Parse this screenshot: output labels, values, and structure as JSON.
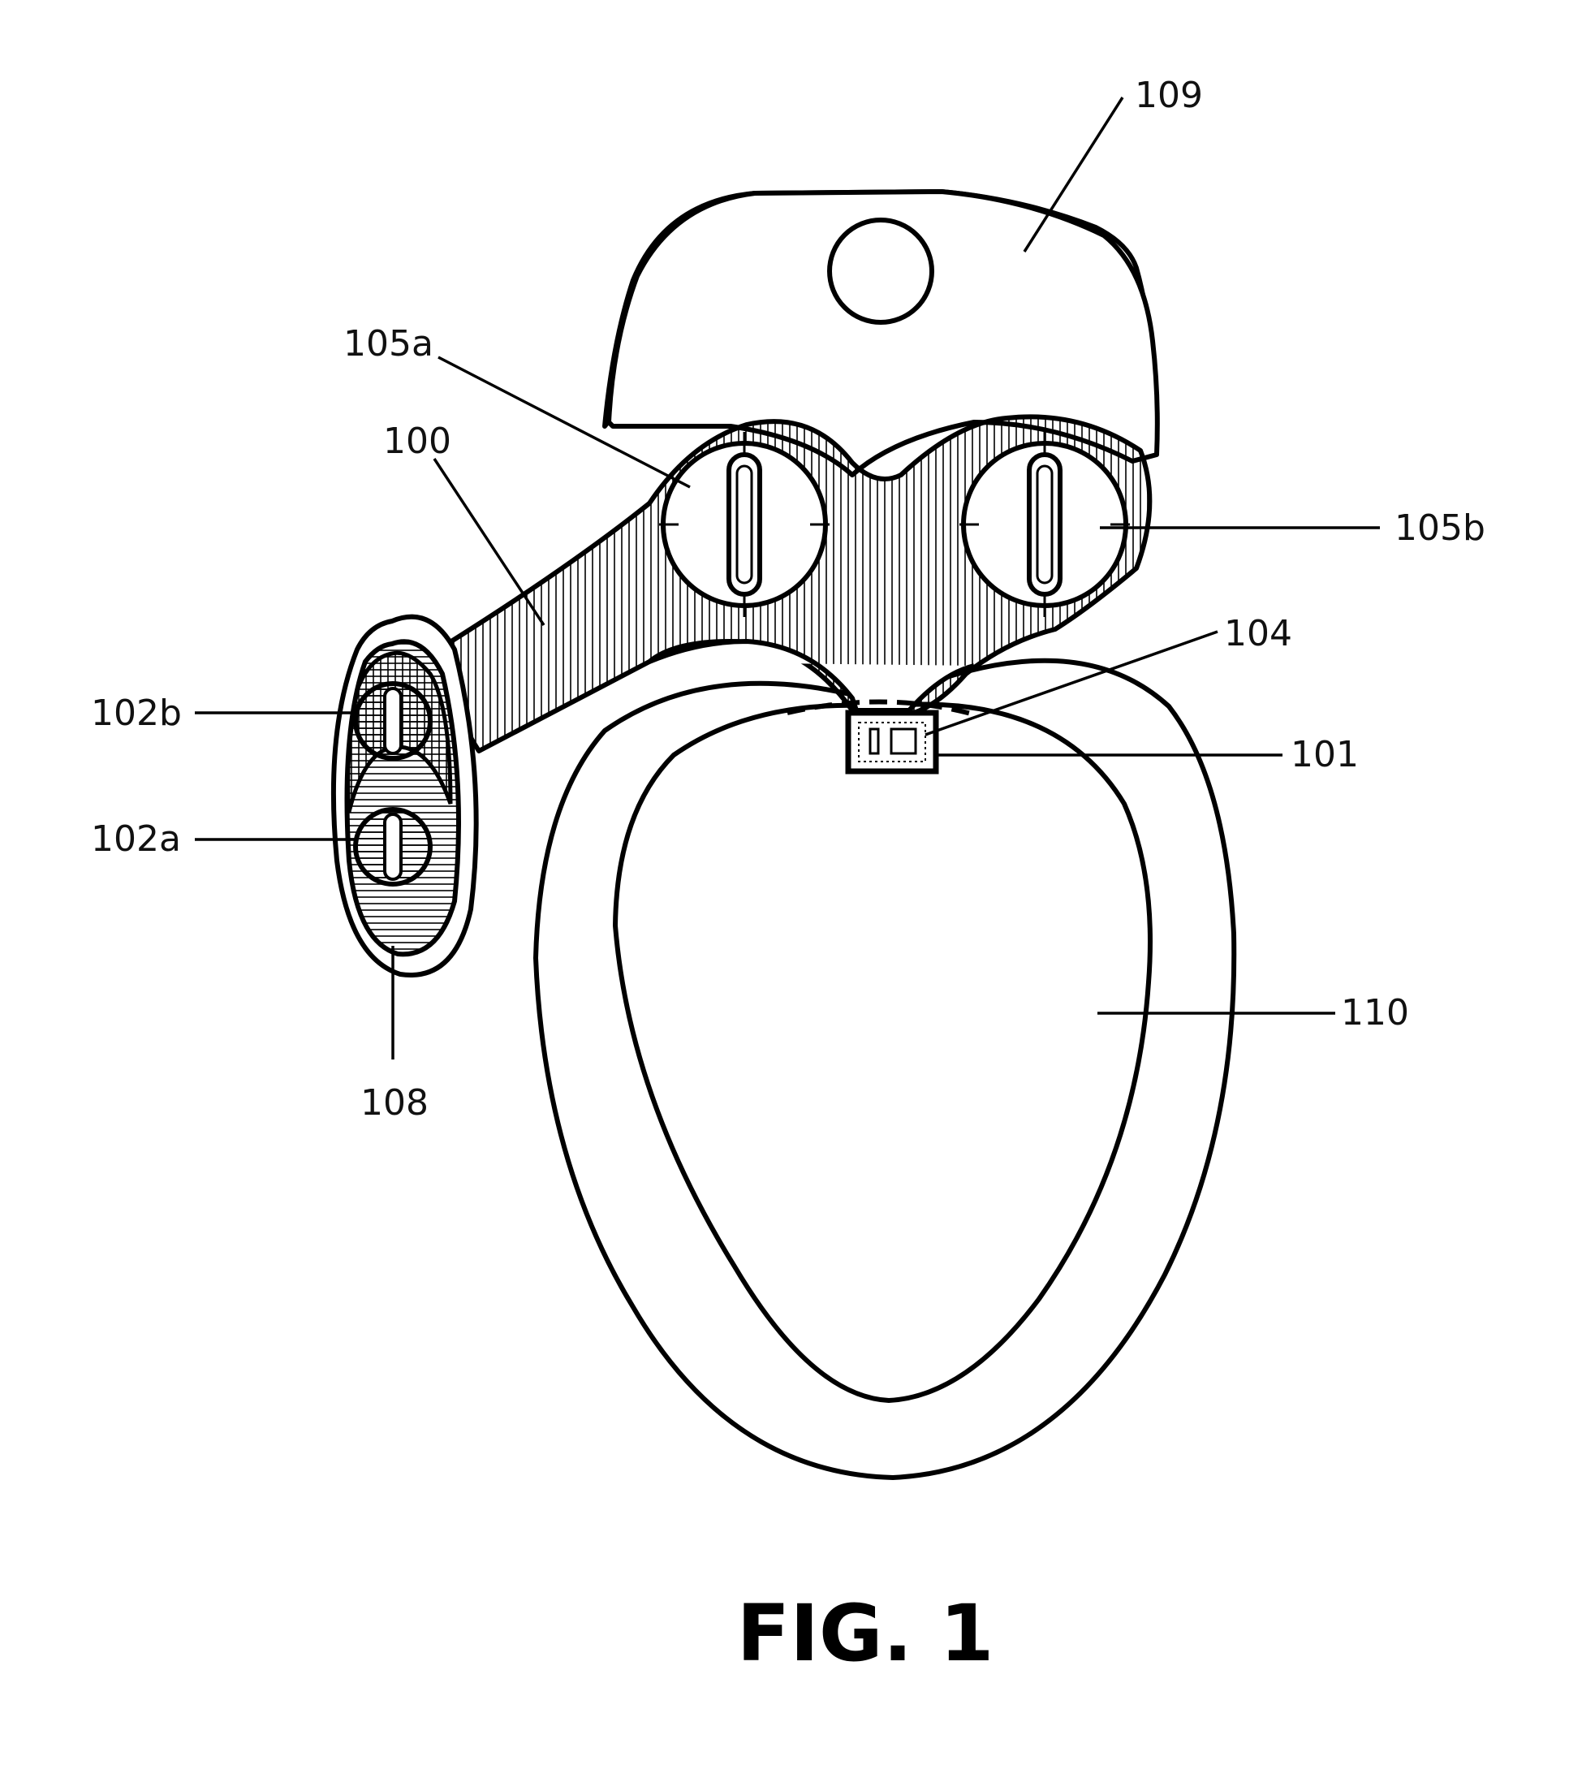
{
  "figure": {
    "title": "FIG. 1",
    "reference_numerals": {
      "attachment_body": "100",
      "nozzle_window": "101",
      "control_knob_upper": "102b",
      "control_knob_lower": "102a",
      "nozzle_guard": "104",
      "mounting_slot_left": "105a",
      "mounting_slot_right": "105b",
      "control_panel": "108",
      "toilet_tank": "109",
      "toilet_seat": "110"
    }
  }
}
